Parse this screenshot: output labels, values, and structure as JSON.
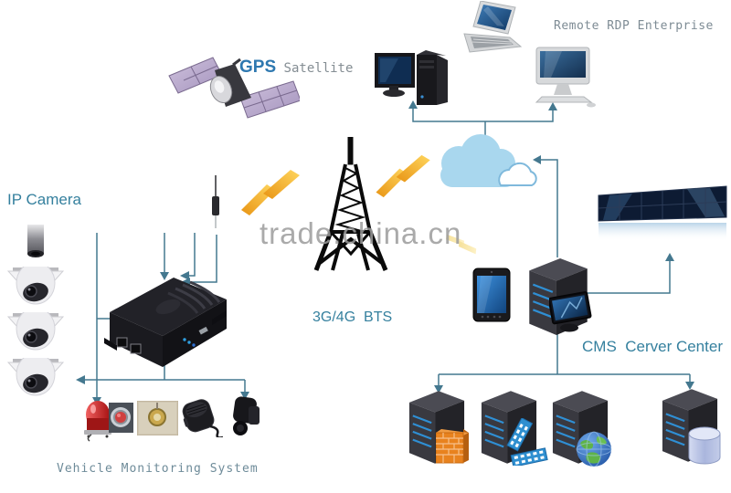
{
  "canvas": {
    "bg": "#ffffff"
  },
  "watermark": {
    "text": "trade.china.cn"
  },
  "labels": {
    "gps": {
      "bold": "GPS",
      "rest": " Satellite"
    },
    "remote_rdp": "Remote RDP Enterprise",
    "ip_camera": "IP Camera",
    "bts": "3G/4G  BTS",
    "cms": "CMS  Cerver Center",
    "vms": "Vehicle Monitoring System"
  },
  "colors": {
    "label_blue": "#35809e",
    "label_gray": "#7d8b94",
    "gps_bold_blue": "#2e78b0",
    "connector_teal": "#44788f",
    "cloud_blue": "#a9d7ee",
    "lightning_orange": "#f2a71b",
    "watermark_gray": "#9c9c9c",
    "server_body": "#3b3b42",
    "slot_blue": "#2f8fd4"
  },
  "icons": [
    "gps-satellite-icon",
    "laptop-icon",
    "desktop-pc-icon",
    "imac-icon",
    "cloud-icon",
    "lightning-bolt-icon",
    "cell-tower-icon",
    "gsm-antenna-icon",
    "bullet-camera-icon",
    "dome-camera-icon",
    "mobile-dvr-icon",
    "alarm-beacon-icon",
    "emergency-button-icon",
    "panic-button-icon",
    "handheld-microphone-icon",
    "accessory-device-icon",
    "tablet-icon",
    "cms-server-icon",
    "server-monitor-icon",
    "video-wall-icon",
    "firewall-server-icon",
    "media-server-icon",
    "web-server-icon",
    "database-server-icon"
  ]
}
